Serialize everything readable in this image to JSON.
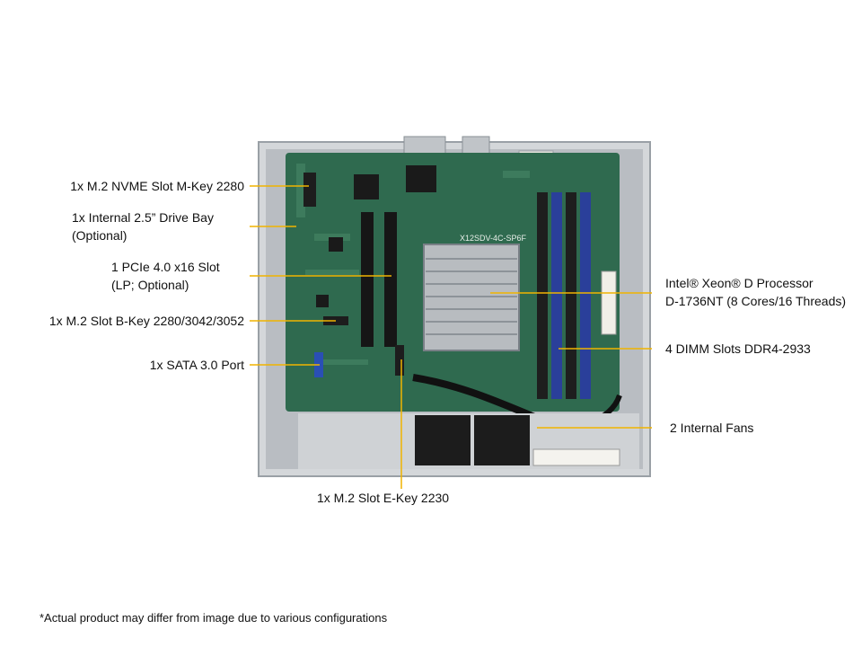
{
  "callouts": {
    "m2_nvme": "1x M.2 NVME Slot M-Key 2280",
    "drive_bay_line1": "1x Internal 2.5” Drive Bay",
    "drive_bay_line2": "(Optional)",
    "pcie_line1": "1 PCIe 4.0 x16 Slot",
    "pcie_line2": "(LP; Optional)",
    "m2_bkey": "1x M.2 Slot B-Key 2280/3042/3052",
    "sata": "1x SATA 3.0 Port",
    "processor_line1": "Intel® Xeon® D Processor",
    "processor_line2": "D-1736NT (8 Cores/16 Threads)",
    "dimm": "4 DIMM Slots DDR4-2933",
    "fans": "2 Internal Fans",
    "m2_ekey": "1x M.2 Slot E-Key 2230"
  },
  "board": {
    "model_label": "X12SDV-4C-SP6F"
  },
  "footnote": "*Actual product may differ from image due to various configurations",
  "colors": {
    "leader_line": "#f0b400",
    "pcb": "#2f6a4f",
    "chassis": "#c9ccd0",
    "dimm_blue": "#2a3f9a"
  }
}
